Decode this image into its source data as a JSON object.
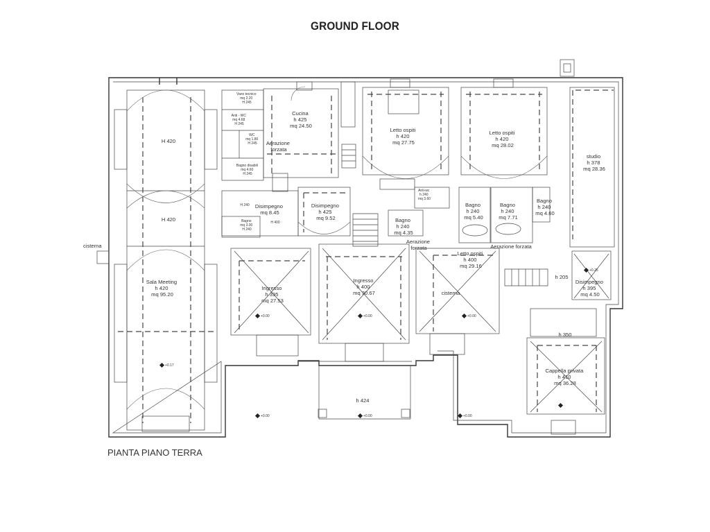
{
  "title": "GROUND FLOOR",
  "caption": "PIANTA PIANO TERRA",
  "rooms": [
    {
      "id": "h420a",
      "lines": [
        "H 420"
      ]
    },
    {
      "id": "h420b",
      "lines": [
        "H 420"
      ]
    },
    {
      "id": "sala",
      "lines": [
        "Sala Meeting",
        "h 420",
        "mq 95.20"
      ]
    },
    {
      "id": "vano",
      "lines": [
        "Vano tecnico",
        "mq 2.20",
        "H 245"
      ]
    },
    {
      "id": "antiwc",
      "lines": [
        "Anti - WC",
        "mq 4.68",
        "H 245"
      ]
    },
    {
      "id": "wc",
      "lines": [
        "WC",
        "mq 1.80",
        "H 245"
      ]
    },
    {
      "id": "bagnodis",
      "lines": [
        "Bagno disabili",
        "mq 4.60",
        "H 245"
      ]
    },
    {
      "id": "cucina",
      "lines": [
        "Cucina",
        "h 425",
        "mq 24.50"
      ]
    },
    {
      "id": "aerazione1",
      "lines": [
        "Aerazione",
        "forzata"
      ]
    },
    {
      "id": "letto1",
      "lines": [
        "Letto ospiti",
        "h 420",
        "mq 27.75"
      ]
    },
    {
      "id": "letto2",
      "lines": [
        "Letto ospiti",
        "h 420",
        "mq 28.02"
      ]
    },
    {
      "id": "studio",
      "lines": [
        "studio",
        "h 378",
        "mq 28.36"
      ]
    },
    {
      "id": "disimp1",
      "lines": [
        "Disimpegno",
        "mq 8.45"
      ]
    },
    {
      "id": "h240",
      "lines": [
        "H 240"
      ]
    },
    {
      "id": "h400",
      "lines": [
        "H 400"
      ]
    },
    {
      "id": "bagno300",
      "lines": [
        "Bagno",
        "mq 3.00",
        "H 240"
      ]
    },
    {
      "id": "disimp2",
      "lines": [
        "Disimpegno",
        "h 425",
        "mq 9.52"
      ]
    },
    {
      "id": "antiwc2",
      "lines": [
        "Anti-wc",
        "h 240",
        "mq 3.60"
      ]
    },
    {
      "id": "bagno1",
      "lines": [
        "Bagno",
        "h 240",
        "mq 4.35"
      ]
    },
    {
      "id": "bagno2",
      "lines": [
        "Bagno",
        "h 240",
        "mq 5.40"
      ]
    },
    {
      "id": "bagno3",
      "lines": [
        "Bagno",
        "h 240",
        "mq 7.71"
      ]
    },
    {
      "id": "bagno4",
      "lines": [
        "Bagno",
        "h 240",
        "mq 4.60"
      ]
    },
    {
      "id": "aerazione2",
      "lines": [
        "Aerazione",
        "forzata"
      ]
    },
    {
      "id": "aerazione3",
      "lines": [
        "Aerazione forzata"
      ]
    },
    {
      "id": "ingresso1",
      "lines": [
        "Ingresso",
        "h 395",
        "mq 27.53"
      ]
    },
    {
      "id": "ingresso2",
      "lines": [
        "Ingresso",
        "h 400",
        "mq 30.67"
      ]
    },
    {
      "id": "letto3",
      "lines": [
        "Letto ospiti",
        "h 400",
        "mq 29.16"
      ]
    },
    {
      "id": "cisterna2",
      "lines": [
        "cisterna"
      ]
    },
    {
      "id": "h205",
      "lines": [
        "h 205"
      ]
    },
    {
      "id": "disimp3",
      "lines": [
        "Disimpegno",
        "h 395",
        "mq 4.50"
      ]
    },
    {
      "id": "h350",
      "lines": [
        "h 350"
      ]
    },
    {
      "id": "cappella",
      "lines": [
        "Cappella privata",
        "h 410",
        "mq 36.28"
      ]
    },
    {
      "id": "portico",
      "lines": [
        "h 424"
      ]
    },
    {
      "id": "cisterna1",
      "lines": [
        "cisterna"
      ]
    }
  ],
  "levels": [
    {
      "id": "lv1",
      "text": "+0.00"
    },
    {
      "id": "lv2",
      "text": "+0.00"
    },
    {
      "id": "lv3",
      "text": "+0.00"
    },
    {
      "id": "lv4",
      "text": "+0.17"
    },
    {
      "id": "lv5",
      "text": "+0.00"
    },
    {
      "id": "lv6",
      "text": "+0.00"
    },
    {
      "id": "lv7",
      "text": "+0.00"
    },
    {
      "id": "lv8",
      "text": "+0.25"
    }
  ]
}
